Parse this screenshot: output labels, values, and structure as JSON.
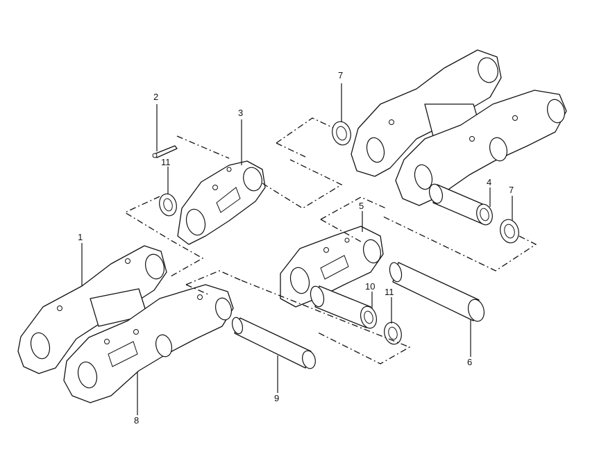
{
  "callouts": [
    {
      "id": "callout-1",
      "label": "1"
    },
    {
      "id": "callout-2",
      "label": "2"
    },
    {
      "id": "callout-3",
      "label": "3"
    },
    {
      "id": "callout-4",
      "label": "4"
    },
    {
      "id": "callout-5",
      "label": "5"
    },
    {
      "id": "callout-6",
      "label": "6"
    },
    {
      "id": "callout-7a",
      "label": "7"
    },
    {
      "id": "callout-7b",
      "label": "7"
    },
    {
      "id": "callout-8",
      "label": "8"
    },
    {
      "id": "callout-9",
      "label": "9"
    },
    {
      "id": "callout-10",
      "label": "10"
    },
    {
      "id": "callout-11a",
      "label": "11"
    },
    {
      "id": "callout-11b",
      "label": "11"
    }
  ]
}
